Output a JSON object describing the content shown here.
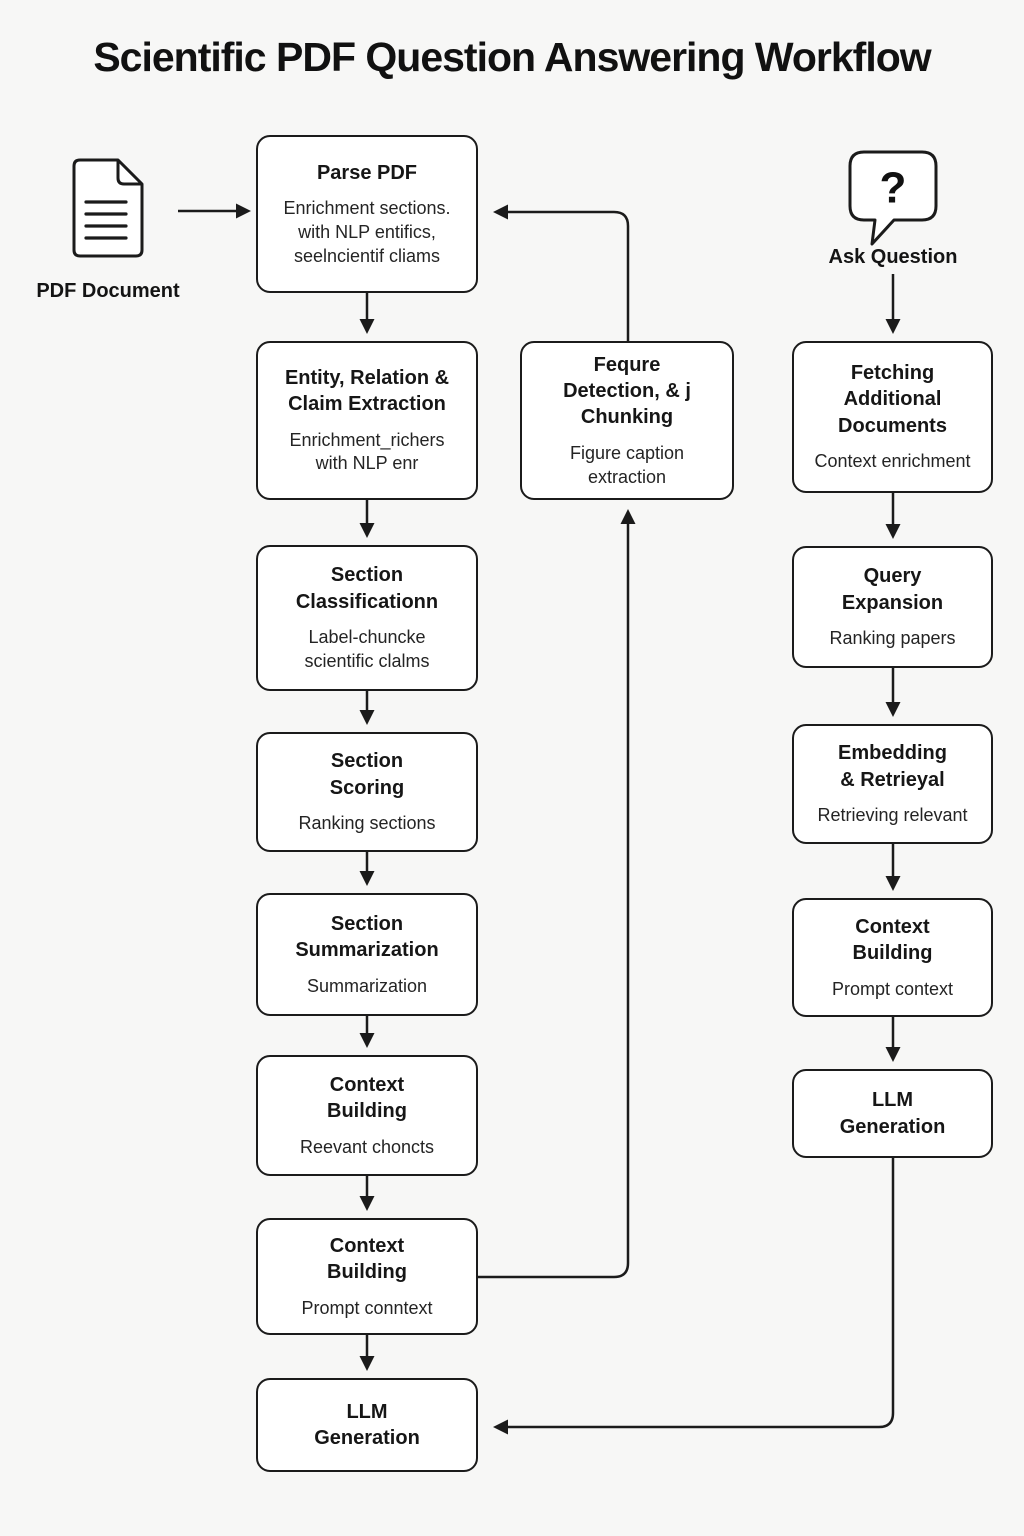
{
  "title": "Scientific PDF Question Answering Workflow",
  "colors": {
    "background": "#f7f7f6",
    "node_background": "#ffffff",
    "line": "#1b1b1b",
    "text": "#161616"
  },
  "inputs": {
    "pdf": {
      "icon": "pdf-document-icon",
      "label": "PDF Document"
    },
    "question": {
      "icon": "question-bubble-icon",
      "glyph": "?",
      "label": "Ask Question"
    }
  },
  "nodes": {
    "left": [
      {
        "title": "Parse PDF",
        "subtitle": "Enrichment sections.\nwith NLP entifics,\nseelncientif cliams"
      },
      {
        "title": "Entity, Relation &\nClaim Extraction",
        "subtitle": "Enrichment_richers\nwith NLP enr"
      },
      {
        "title": "Section\nClassificationn",
        "subtitle": "Label-chuncke\nscientific clalms"
      },
      {
        "title": "Section\nScoring",
        "subtitle": "Ranking sections"
      },
      {
        "title": "Section\nSummarization",
        "subtitle": "Summarization"
      },
      {
        "title": "Context\nBuilding",
        "subtitle": "Reevant choncts"
      },
      {
        "title": "Context\nBuilding",
        "subtitle": "Prompt conntext"
      },
      {
        "title": "LLM\nGeneration"
      }
    ],
    "middle": [
      {
        "title": "Fequre\nDetection, & j\nChunking",
        "subtitle": "Figure caption\nextraction"
      }
    ],
    "right": [
      {
        "title": "Fetching\nAdditional\nDocuments",
        "subtitle": "Context enrichment"
      },
      {
        "title": "Query\nExpansion",
        "subtitle": "Ranking papers"
      },
      {
        "title": "Embedding\n& Retrieyal",
        "subtitle": "Retrieving relevant"
      },
      {
        "title": "Context\nBuilding",
        "subtitle": "Prompt context"
      },
      {
        "title": "LLM\nGeneration"
      }
    ]
  }
}
